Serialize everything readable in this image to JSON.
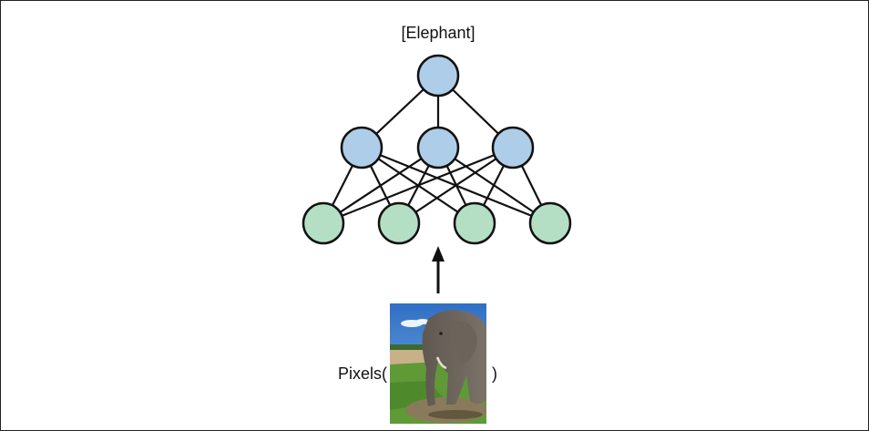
{
  "diagram": {
    "output_label": "[Elephant]",
    "input_prefix": "Pixels(",
    "input_suffix": ")",
    "colors": {
      "hidden_node_fill": "#aecde8",
      "input_node_fill": "#b5dfc5",
      "node_stroke": "#111111",
      "edge": "#111111",
      "arrow": "#111111"
    },
    "layers": [
      {
        "name": "output",
        "nodes": 1
      },
      {
        "name": "hidden",
        "nodes": 3
      },
      {
        "name": "input",
        "nodes": 4
      }
    ],
    "connections": "fully-connected",
    "input_image": "photo of an elephant standing on grass under a blue sky"
  }
}
